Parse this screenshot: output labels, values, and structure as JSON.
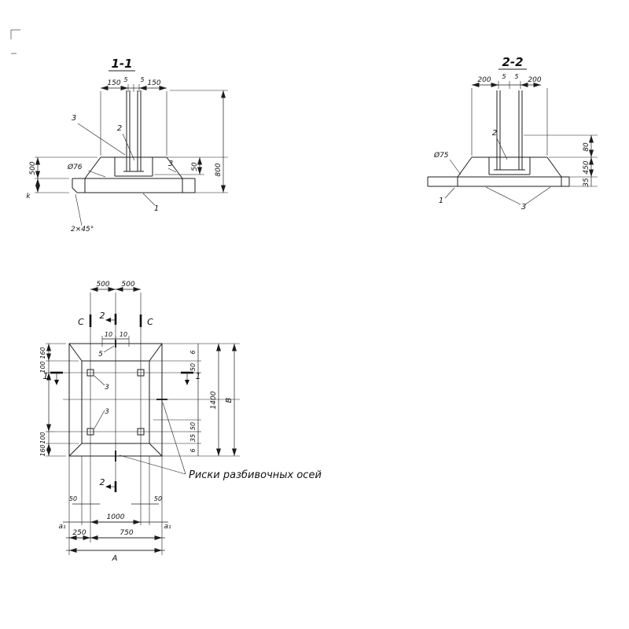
{
  "s11": {
    "title": "1-1",
    "d150l": "150",
    "d5l": "5",
    "d5r": "5",
    "d150r": "150",
    "d500": "500",
    "dk": "k",
    "d50": "50",
    "d800": "800",
    "dia": "Ø76",
    "chamfer": "2×45°",
    "l1": "1",
    "l2": "2",
    "l3a": "3",
    "l3b": "3"
  },
  "s22": {
    "title": "2-2",
    "d200l": "200",
    "d5l": "5",
    "d5r": "5",
    "d200r": "200",
    "d80": "80",
    "d450": "450",
    "d35": "35",
    "dia": "Ø75",
    "l1": "1",
    "l2": "2",
    "l3": "3"
  },
  "plan": {
    "d500l": "500",
    "d500r": "500",
    "cl": "С",
    "cr": "С",
    "cut2t": "2",
    "cut2b": "2",
    "cut1l": "1",
    "cut1r": "1",
    "d10l": "10",
    "d10r": "10",
    "d160t": "160",
    "d100t": "100",
    "d100b": "100",
    "d160b": "160",
    "r6t": "6",
    "r50t": "50",
    "r50b": "50",
    "r35": "35",
    "r6b": "6",
    "d1400": "1400",
    "dB": "В",
    "b50l": "50",
    "b50r": "50",
    "a1l": "а₁",
    "d1000": "1000",
    "a1r": "а₁",
    "d250": "250",
    "d750": "750",
    "dA": "А",
    "l5": "5",
    "l3a": "3",
    "l3b": "3",
    "note": "Риски разбивочных осей"
  }
}
